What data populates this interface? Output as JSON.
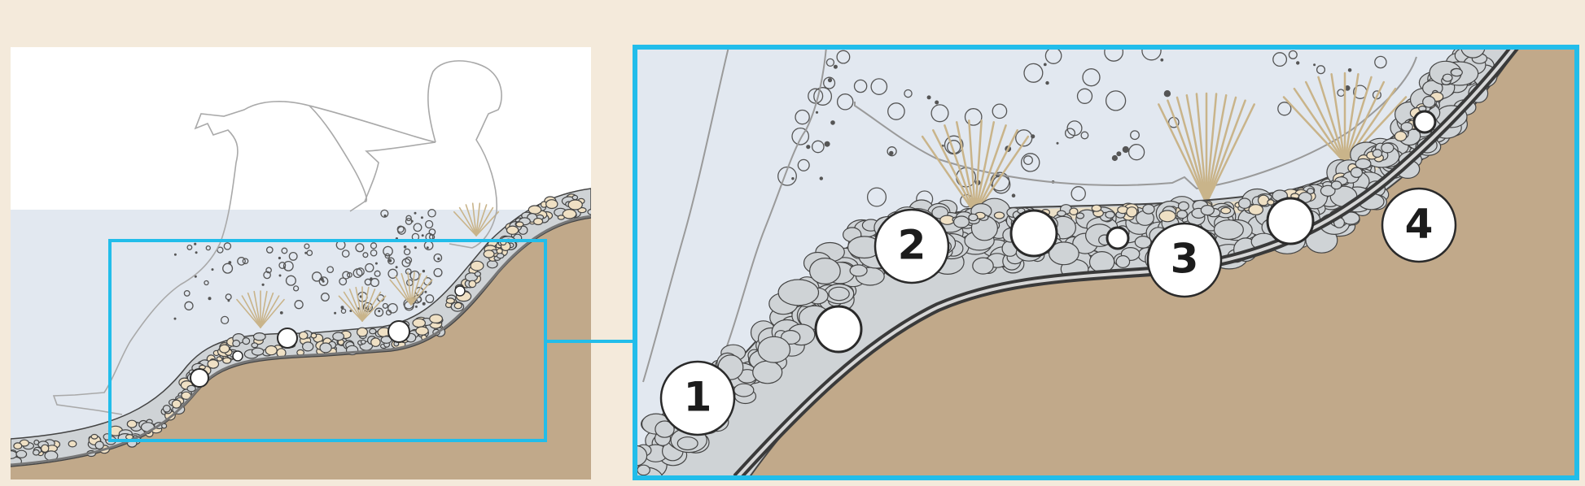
{
  "colors": {
    "background": "#f4eadb",
    "sky": "#ffffff",
    "water": "#e2e8f0",
    "soil": "#c1a98a",
    "gravel_fill": "#cfd3d6",
    "gravel_stroke": "#444444",
    "sand": "#efe0c4",
    "liner": "#777777",
    "highlight": "#22bdea",
    "roots": "#c9b48a",
    "bubbles": "#555555",
    "outline": "#a9a9a9"
  },
  "callouts": [
    {
      "label": "1"
    },
    {
      "label": "2"
    },
    {
      "label": "3"
    },
    {
      "label": "4"
    }
  ]
}
